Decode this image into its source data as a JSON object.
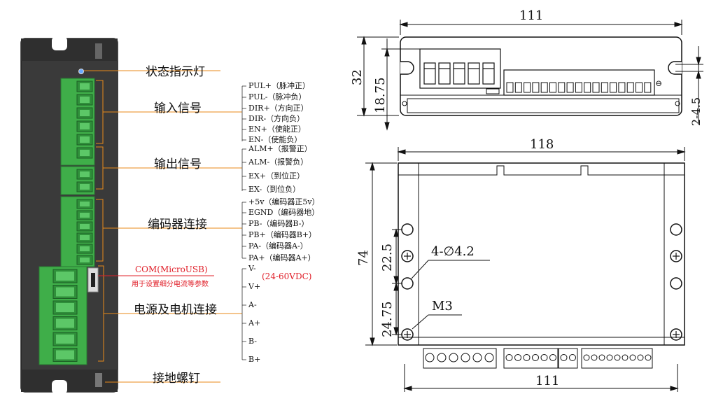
{
  "colors": {
    "accent_red": "#e0202a",
    "terminal_green": "#3fae49",
    "housing": "#3a3a3a"
  },
  "labels": {
    "status_led": "状态指示灯",
    "input_signal": "输入信号",
    "output_signal": "输出信号",
    "encoder": "编码器连接",
    "power_motor": "电源及电机连接",
    "ground_screw": "接地螺钉",
    "com_port": "COM(MicroUSB)",
    "com_desc": "用于设置细分电流等参数",
    "voltage": "(24-60VDC)"
  },
  "input_pins": [
    "PUL+（脉冲正）",
    "PUL-（脉冲负）",
    "DIR+（方向正）",
    "DIR-（方向负）",
    "EN+（使能正）",
    "EN-（使能负）"
  ],
  "output_pins": [
    "ALM+（报警正）",
    "ALM-（报警负）",
    "EX+（到位正）",
    "EX-（到位负）"
  ],
  "encoder_pins": [
    "+5v（编码器正5v）",
    "EGND（编码器地）",
    "PB-（编码器B-）",
    "PB+（编码器B+）",
    "PA-（编码器A-）",
    "PA+（编码器A+）"
  ],
  "power_pins": [
    "V-",
    "V+",
    "A-",
    "A+",
    "B-",
    "B+"
  ],
  "dimensions": {
    "top_width": "111",
    "side_height": "32",
    "terminal_height": "18.75",
    "small_gap": "2-4.5",
    "body_width": "118",
    "body_height": "74",
    "hole_spacing": "22.5",
    "hole_bottom": "24.75",
    "holes": "4-∅4.2",
    "thread": "M3",
    "bottom_width": "111"
  }
}
